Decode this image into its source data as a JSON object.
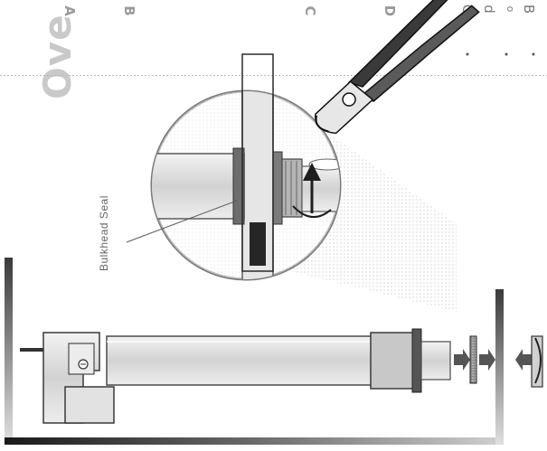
{
  "page": {
    "title_fragment": "Ove",
    "step_letters": [
      "A",
      "B",
      "C",
      "D"
    ],
    "side_labels": [
      "C",
      "d",
      "o",
      "B"
    ]
  },
  "illustration": {
    "callout_label": "Bulkhead Seal",
    "icons": [
      "pliers-icon",
      "rotation-arrow-icon",
      "insert-arrow-icon"
    ]
  }
}
